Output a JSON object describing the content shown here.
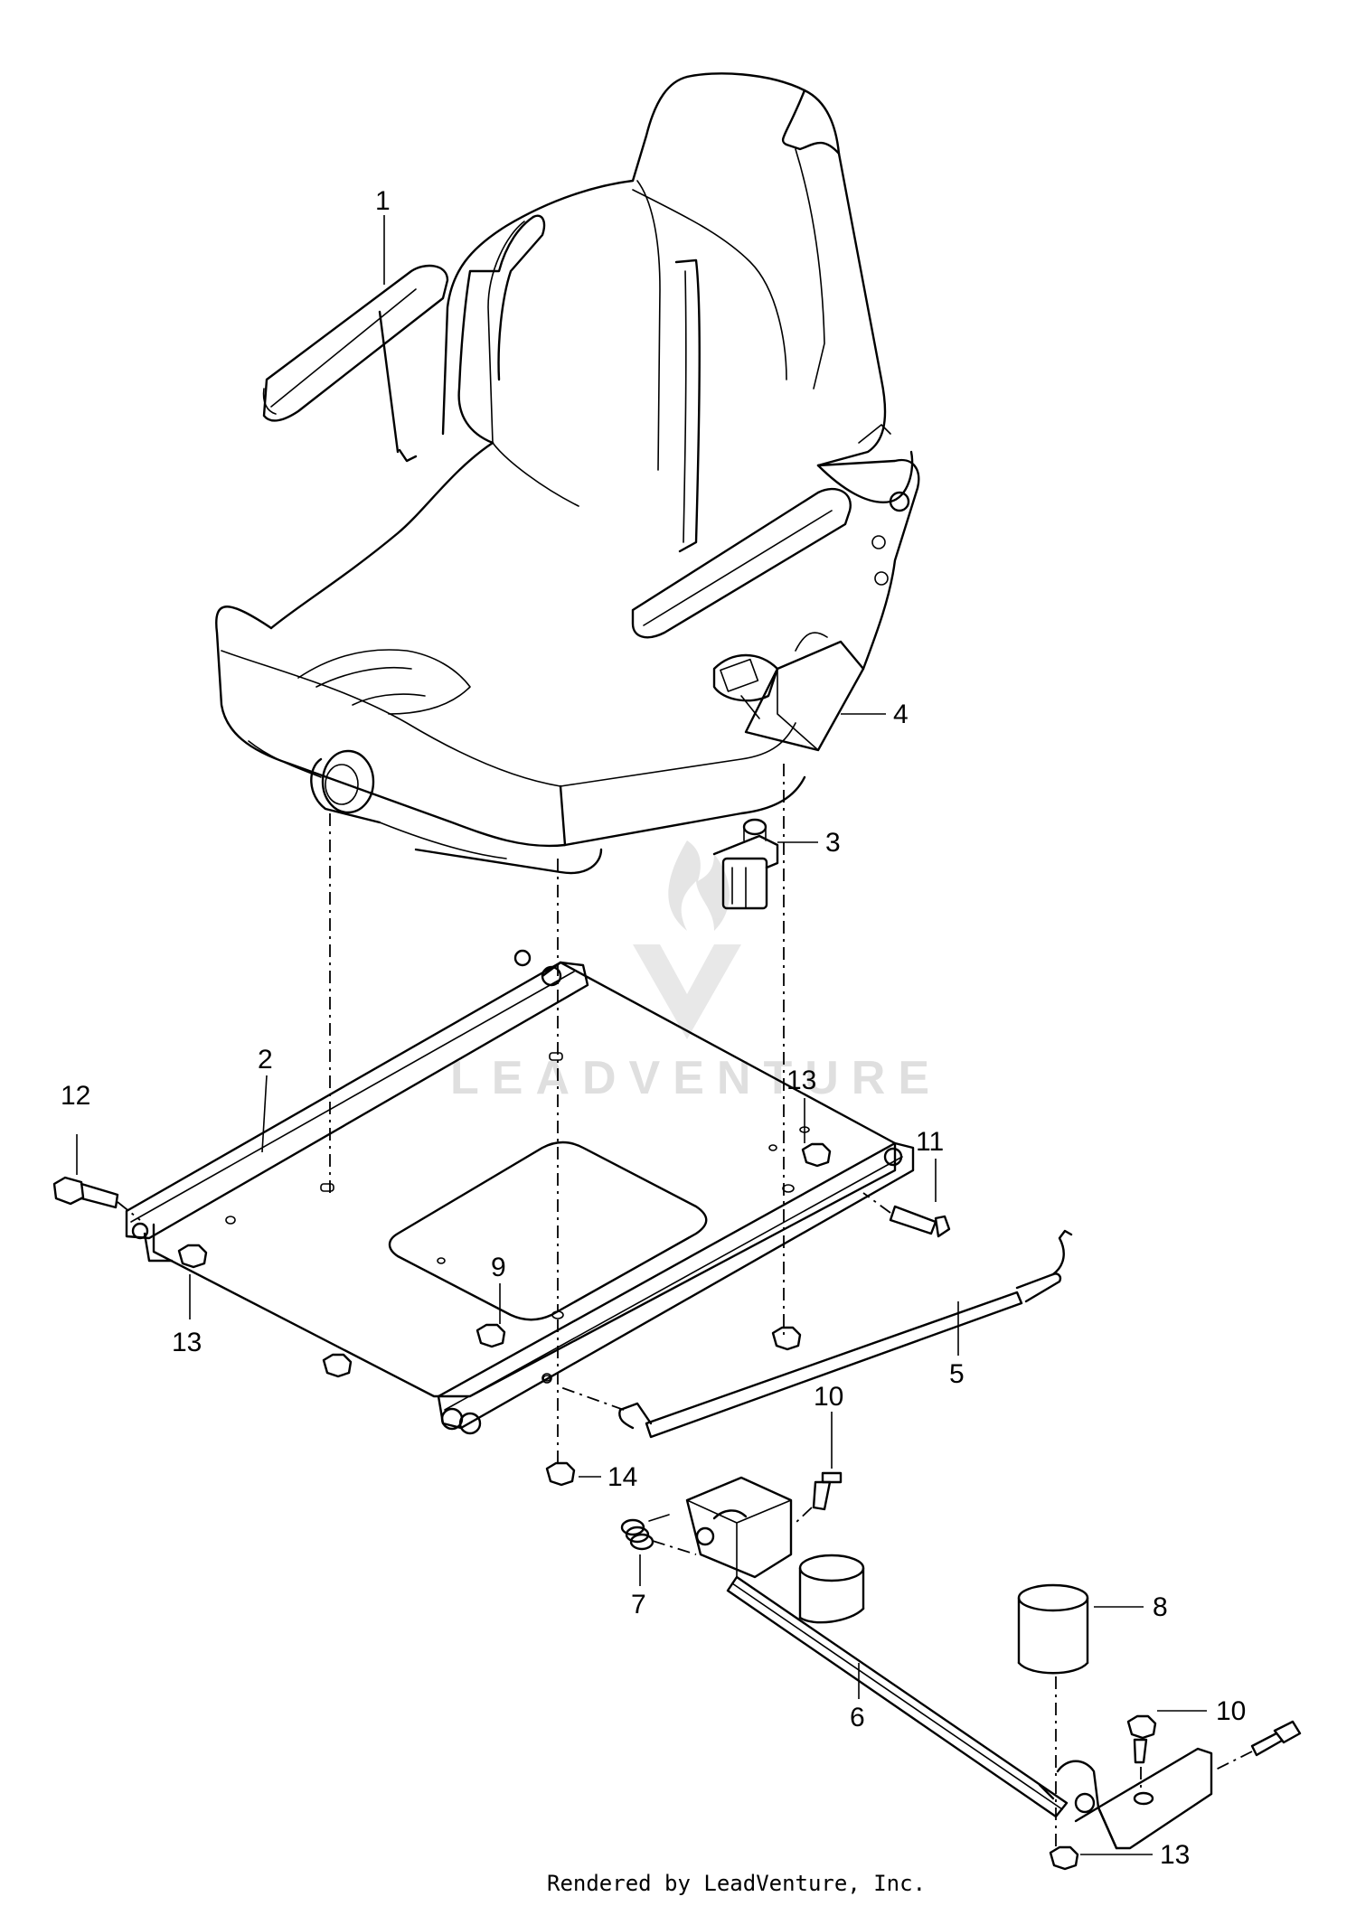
{
  "diagram": {
    "callouts": [
      {
        "id": "c1",
        "label": "1"
      },
      {
        "id": "c2",
        "label": "2"
      },
      {
        "id": "c3",
        "label": "3"
      },
      {
        "id": "c4",
        "label": "4"
      },
      {
        "id": "c5",
        "label": "5"
      },
      {
        "id": "c6",
        "label": "6"
      },
      {
        "id": "c7",
        "label": "7"
      },
      {
        "id": "c8",
        "label": "8"
      },
      {
        "id": "c9",
        "label": "9"
      },
      {
        "id": "c10a",
        "label": "10"
      },
      {
        "id": "c10b",
        "label": "10"
      },
      {
        "id": "c11",
        "label": "11"
      },
      {
        "id": "c12",
        "label": "12"
      },
      {
        "id": "c13a",
        "label": "13"
      },
      {
        "id": "c13b",
        "label": "13"
      },
      {
        "id": "c13c",
        "label": "13"
      },
      {
        "id": "c14",
        "label": "14"
      }
    ],
    "watermark": "LEADVENTURE",
    "footer": "Rendered by LeadVenture, Inc."
  }
}
